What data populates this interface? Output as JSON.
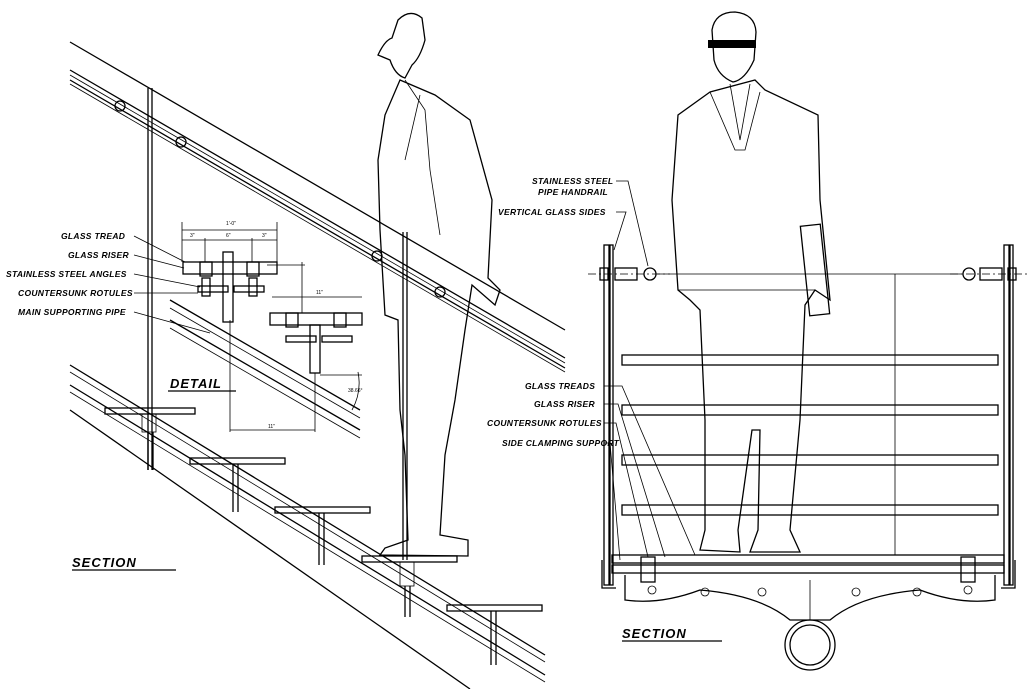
{
  "left_view": {
    "labels": [
      "GLASS TREAD",
      "GLASS RISER",
      "STAINLESS STEEL ANGLES",
      "COUNTERSUNK ROTULES",
      "MAIN SUPPORTING PIPE"
    ],
    "detail_title": "DETAIL",
    "section_title": "SECTION",
    "dimensions": [
      "1'-0\"",
      "3\"",
      "6\"",
      "3\"",
      "11\"",
      "11\"",
      "38.66°"
    ]
  },
  "right_view": {
    "labels_top": [
      "STAINLESS STEEL",
      "PIPE HANDRAIL",
      "VERTICAL GLASS SIDES"
    ],
    "labels_bottom": [
      "GLASS TREADS",
      "GLASS RISER",
      "COUNTERSUNK ROTULES",
      "SIDE CLAMPING SUPPORT"
    ],
    "section_title": "SECTION"
  }
}
